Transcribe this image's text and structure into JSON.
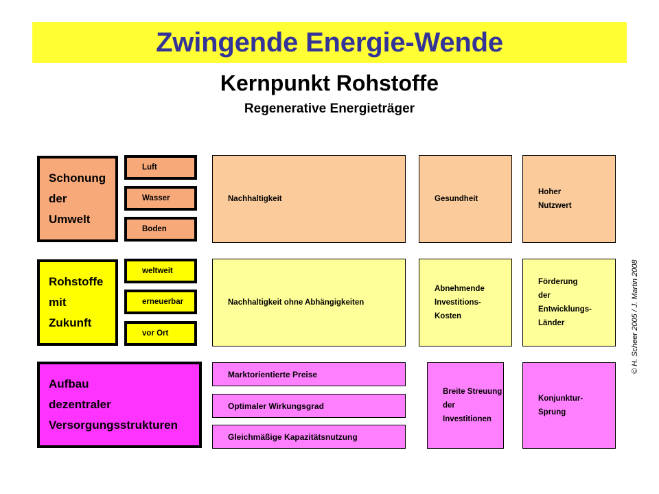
{
  "header": {
    "title": "Zwingende Energie-Wende",
    "subtitle_1": "Kernpunkt Rohstoffe",
    "subtitle_2": "Regenerative Energieträger",
    "banner_color": "#ffff33",
    "title_color": "#333399"
  },
  "colors": {
    "orange_strong": "#f8a97a",
    "orange_light": "#fbcb9b",
    "yellow_strong": "#ffff00",
    "yellow_light": "#ffff99",
    "magenta_strong": "#ff33ff",
    "magenta_light": "#ff80ff",
    "border": "#000000"
  },
  "rows": [
    {
      "name": "umwelt",
      "theme_lead": {
        "lines": [
          "Schonung",
          "der",
          "Umwelt"
        ]
      },
      "chips": [
        {
          "label": "Luft"
        },
        {
          "label": "Wasser"
        },
        {
          "label": "Boden"
        }
      ],
      "wide": {
        "lines": [
          "Nachhaltigkeit"
        ]
      },
      "cards": [
        {
          "lines": [
            "Gesundheit"
          ]
        },
        {
          "lines": [
            "Hoher",
            "Nutzwert"
          ]
        }
      ]
    },
    {
      "name": "rohstoffe",
      "theme_lead": {
        "lines": [
          "Rohstoffe",
          "mit",
          "Zukunft"
        ]
      },
      "chips": [
        {
          "label": "weltweit"
        },
        {
          "label": "erneuerbar"
        },
        {
          "label": "vor Ort"
        }
      ],
      "wide": {
        "lines": [
          "Nachhaltigkeit ohne Abhängigkeiten"
        ]
      },
      "cards": [
        {
          "lines": [
            "Abnehmende",
            "Investitions-",
            "Kosten"
          ]
        },
        {
          "lines": [
            "Förderung",
            "der",
            "Entwicklungs-",
            "Länder"
          ]
        }
      ]
    },
    {
      "name": "versorgung",
      "theme_lead": {
        "lines": [
          "Aufbau",
          "dezentraler",
          "Versorgungsstrukturen"
        ]
      },
      "bars": [
        {
          "label": "Marktorientierte Preise"
        },
        {
          "label": "Optimaler Wirkungsgrad"
        },
        {
          "label": "Gleichmäßige Kapazitätsnutzung"
        }
      ],
      "cards": [
        {
          "lines": [
            "Breite Streuung",
            "der",
            "Investitionen"
          ]
        },
        {
          "lines": [
            "Konjunktur-",
            "Sprung"
          ]
        }
      ]
    }
  ],
  "footer": {
    "copyright": "© H. Scheer 2005 / J. Martin 2008"
  }
}
